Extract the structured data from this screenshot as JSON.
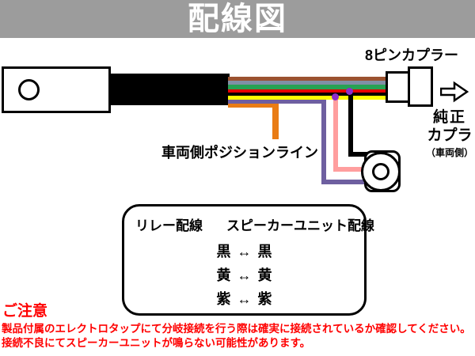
{
  "banner": {
    "title": "配線図"
  },
  "colors": {
    "banner_bg": "#9c9c9c",
    "cable_black": "#000000",
    "wire_brown": "#9b5230",
    "wire_slate": "#8090a6",
    "wire_green": "#27a254",
    "wire_red": "#e60000",
    "wire_black": "#000000",
    "wire_yellow": "#ffff00",
    "wire_purple": "#6e5fa0",
    "wire_orange": "#e97c15",
    "wire_pink": "#ff9e9e",
    "tap_dot": "#8d2ccb",
    "notice_red": "#ff0000"
  },
  "diagram": {
    "labels": {
      "coupler_8pin": "8ピンカプラー",
      "position_line": "車両側ポジションライン",
      "oem_coupler_line1": "純正",
      "oem_coupler_line2": "カプラ",
      "oem_coupler_line3": "（車両側）"
    }
  },
  "table": {
    "col1_header": "リレー配線",
    "col2_header": "スピーカーユニット配線",
    "arrow": "↔",
    "rows": [
      {
        "left": "黒",
        "right": "黒"
      },
      {
        "left": "黄",
        "right": "黄"
      },
      {
        "left": "紫",
        "right": "紫"
      }
    ]
  },
  "notice": {
    "title": "ご注意",
    "line1": "製品付属のエレクトロタップにて分岐接続を行う際は確実に接続されているか確認してください。",
    "line2": "接続不良にてスピーカーユニットが鳴らない可能性があります。"
  }
}
